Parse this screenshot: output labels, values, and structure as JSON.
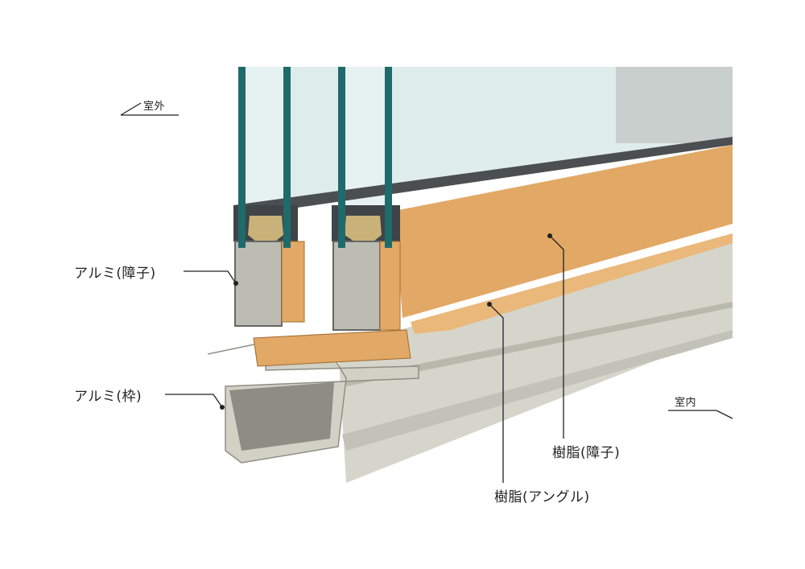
{
  "labels": {
    "outdoor": "室外",
    "indoor": "室内",
    "alu_sash": "アルミ(障子)",
    "alu_frame": "アルミ(枠)",
    "resin_sash": "樹脂(障子)",
    "resin_angle": "樹脂(アングル)"
  },
  "colors": {
    "glass_spacer": "#1f6b6b",
    "resin": "#e0a563",
    "aluminum": "#d4d3c8",
    "glass": "#dbe9ea"
  }
}
